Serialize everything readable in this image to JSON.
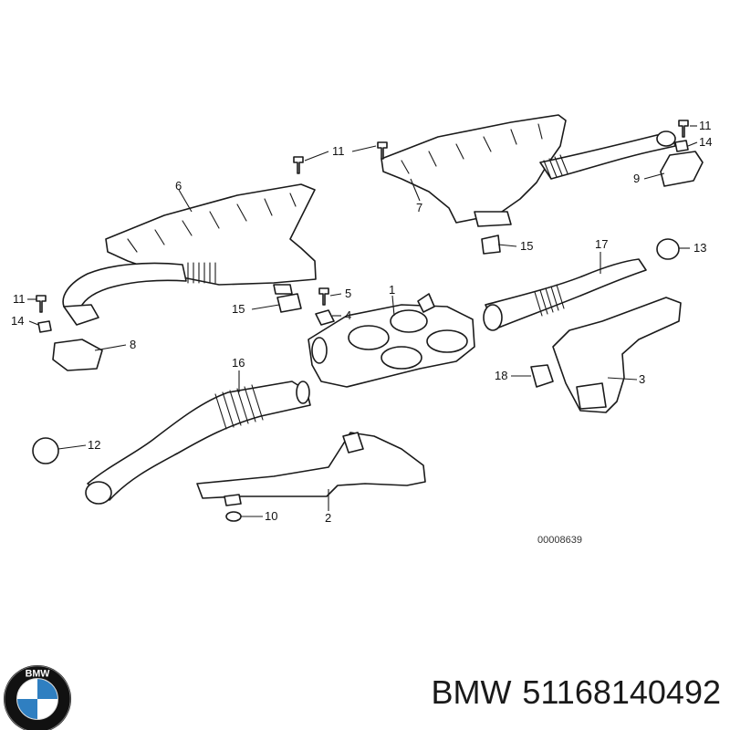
{
  "callouts": [
    "1",
    "2",
    "3",
    "4",
    "5",
    "6",
    "7",
    "8",
    "9",
    "10",
    "11",
    "11",
    "11",
    "12",
    "13",
    "14",
    "14",
    "15",
    "15",
    "16",
    "17",
    "18"
  ],
  "reference_code": "00008639",
  "brand": {
    "name": "BMW",
    "part_number": "51168140492",
    "logo_letters": "BMW",
    "logo_colors": {
      "ring": "#111111",
      "blue": "#2f7fc1",
      "white": "#ffffff"
    }
  }
}
